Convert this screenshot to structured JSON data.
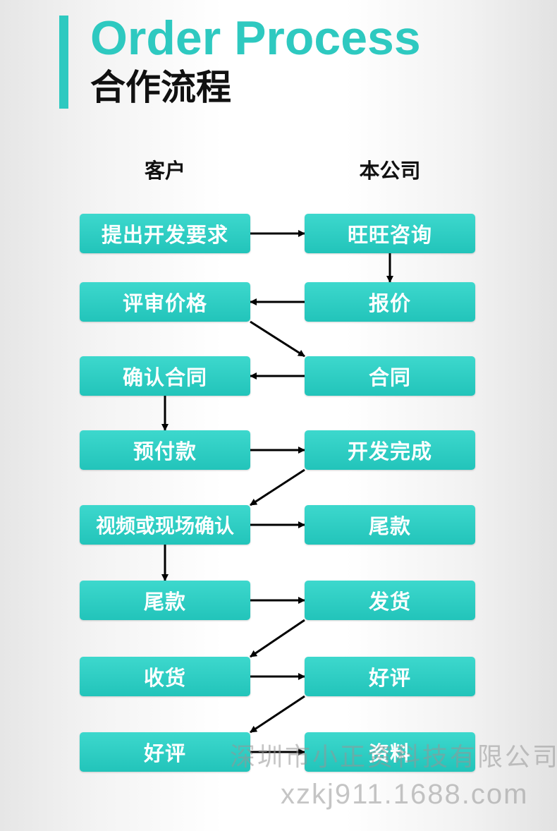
{
  "header": {
    "title_en": "Order Process",
    "title_cn": "合作流程"
  },
  "columns": {
    "left": "客户",
    "right": "本公司"
  },
  "accent_color": "#2ec9c0",
  "steps": [
    {
      "id": "c1",
      "label": "提出开发要求"
    },
    {
      "id": "s1",
      "label": "旺旺咨询"
    },
    {
      "id": "s2",
      "label": "报价"
    },
    {
      "id": "c2",
      "label": "评审价格"
    },
    {
      "id": "s3",
      "label": "合同"
    },
    {
      "id": "c3",
      "label": "确认合同"
    },
    {
      "id": "c4",
      "label": "预付款"
    },
    {
      "id": "s4",
      "label": "开发完成"
    },
    {
      "id": "c5",
      "label": "视频或现场确认"
    },
    {
      "id": "s5",
      "label": "尾款"
    },
    {
      "id": "c6",
      "label": "尾款"
    },
    {
      "id": "s6",
      "label": "发货"
    },
    {
      "id": "c7",
      "label": "收货"
    },
    {
      "id": "s7",
      "label": "好评"
    },
    {
      "id": "c8",
      "label": "好评"
    },
    {
      "id": "s8",
      "label": "资料"
    }
  ],
  "flows": [
    [
      "c1",
      "s1"
    ],
    [
      "s1",
      "s2"
    ],
    [
      "s2",
      "c2"
    ],
    [
      "c2",
      "s3"
    ],
    [
      "s3",
      "c3"
    ],
    [
      "c3",
      "c4"
    ],
    [
      "c4",
      "s4"
    ],
    [
      "s4",
      "c5"
    ],
    [
      "c5",
      "s5"
    ],
    [
      "c5",
      "c6"
    ],
    [
      "c6",
      "s6"
    ],
    [
      "s6",
      "c7"
    ],
    [
      "c7",
      "s7"
    ],
    [
      "s7",
      "c8"
    ],
    [
      "c8",
      "s8"
    ]
  ],
  "watermark": {
    "company": "深圳市小正资科技有限公司",
    "url": "xzkj911.1688.com"
  }
}
